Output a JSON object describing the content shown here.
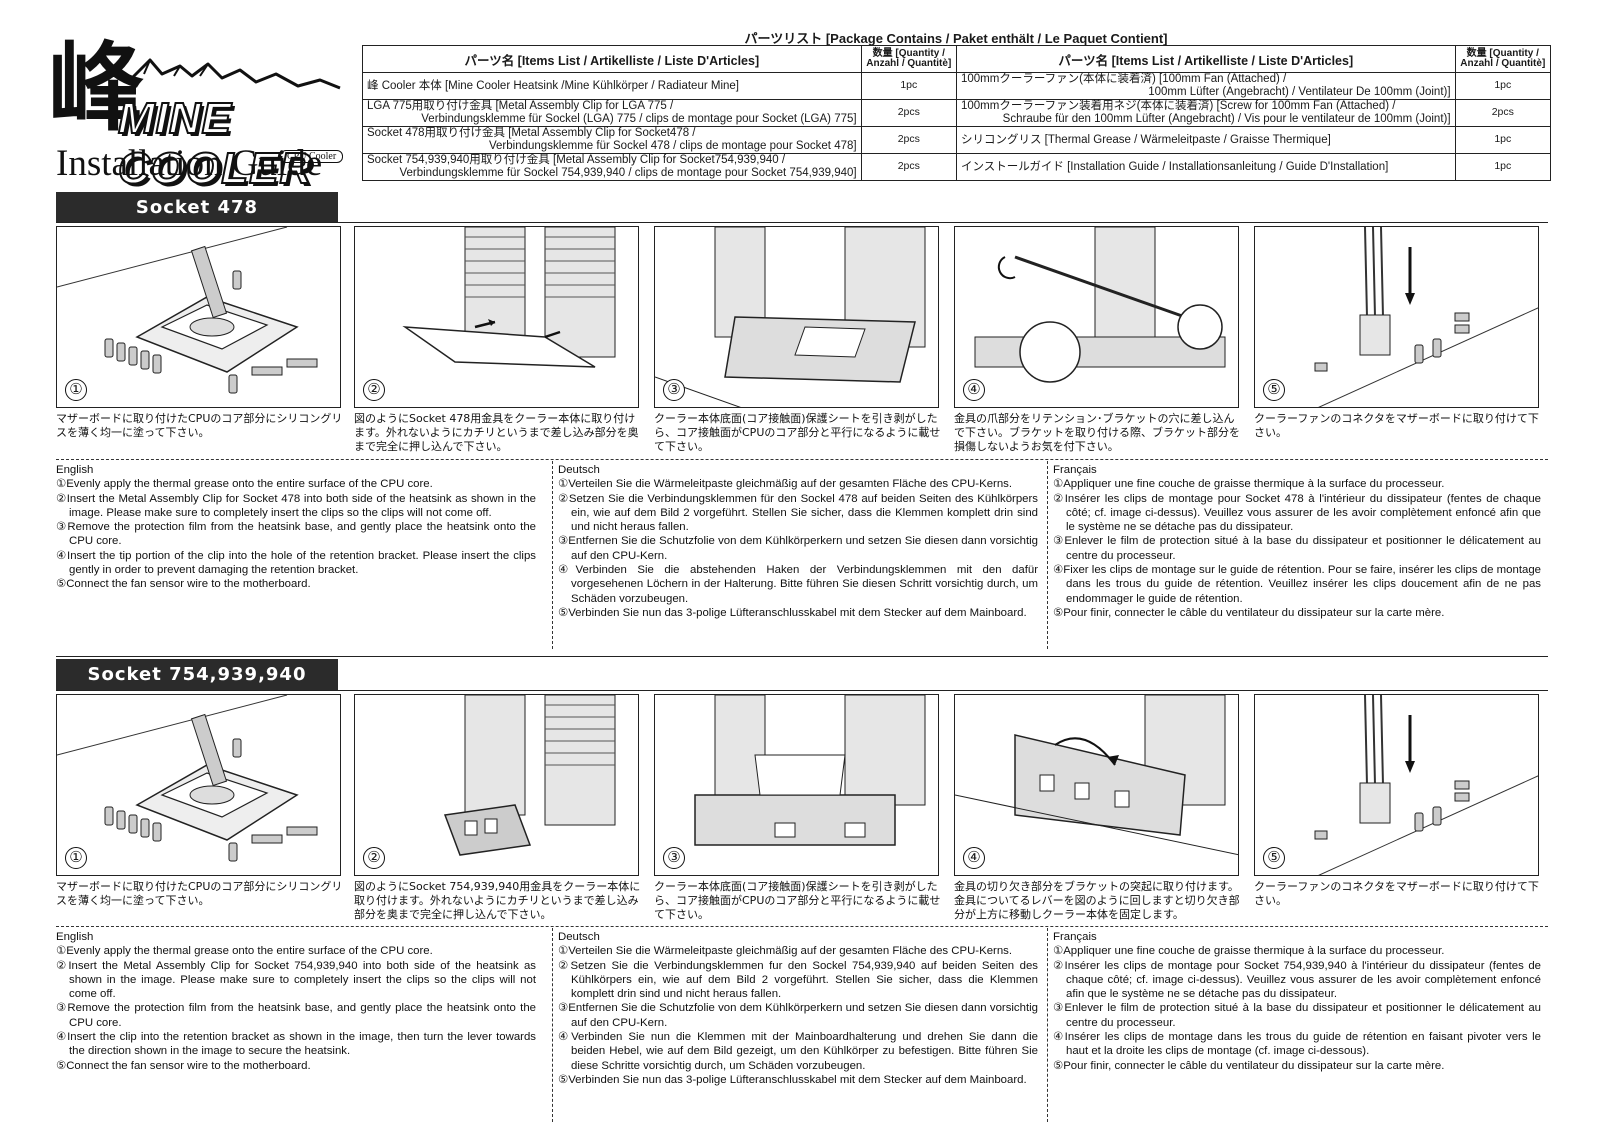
{
  "logo": {
    "kanji": "峰",
    "wordmark": "MINE COOLER",
    "subtitle": "CPU Cooler"
  },
  "title": "Installation Guide",
  "parts": {
    "heading": "パーツリスト [Package Contains / Paket enthält / Le Paquet Contient]",
    "col_items": "パーツ名 [Items List / Artikelliste / Liste D'Articles]",
    "col_qty_1": "数量 [Quantity /",
    "col_qty_2": "Anzahl / Quantitè]",
    "left": [
      {
        "l1": "峰 Cooler 本体 [Mine Cooler Heatsink /Mine Kühlkörper / Radiateur Mine]",
        "l2": "",
        "qty": "1pc"
      },
      {
        "l1": "LGA 775用取り付け金具 [Metal Assembly Clip for LGA 775 /",
        "l2": "Verbindungsklemme für Sockel (LGA) 775 / clips de montage pour Socket (LGA) 775]",
        "qty": "2pcs"
      },
      {
        "l1": "Socket 478用取り付け金具 [Metal Assembly Clip for Socket478 /",
        "l2": "Verbindungsklemme für Sockel 478 / clips de montage pour Socket 478]",
        "qty": "2pcs"
      },
      {
        "l1": "Socket 754,939,940用取り付け金具 [Metal Assembly Clip for Socket754,939,940 /",
        "l2": "Verbindungsklemme für Sockel 754,939,940 / clips de montage pour Socket 754,939,940]",
        "qty": "2pcs"
      }
    ],
    "right": [
      {
        "l1": "100mmクーラーファン(本体に装着済) [100mm Fan (Attached) /",
        "l2": "100mm Lüfter (Angebracht) / Ventilateur De 100mm (Joint)]",
        "qty": "1pc"
      },
      {
        "l1": "100mmクーラーファン装着用ネジ(本体に装着済) [Screw for 100mm Fan (Attached) /",
        "l2": "Schraube für den 100mm Lüfter (Angebracht) / Vis pour le ventilateur de 100mm (Joint)]",
        "qty": "2pcs"
      },
      {
        "l1": "シリコングリス [Thermal Grease / Wärmeleitpaste / Graisse Thermique]",
        "l2": "",
        "qty": "1pc"
      },
      {
        "l1": "インストールガイド [Installation Guide / Installationsanleitung / Guide D'Installation]",
        "l2": "",
        "qty": "1pc"
      }
    ]
  },
  "sections": [
    {
      "title": "Socket 478",
      "steps": [
        {
          "num": "①",
          "caption": "マザーボードに取り付けたCPUのコア部分にシリコングリスを薄く均一に塗って下さい。"
        },
        {
          "num": "②",
          "caption": "図のようにSocket 478用金具をクーラー本体に取り付けます。外れないようにカチリというまで差し込み部分を奥まで完全に押し込んで下さい。"
        },
        {
          "num": "③",
          "caption": "クーラー本体底面(コア接触面)保護シートを引き剥がしたら、コア接触面がCPUのコア部分と平行になるように載せて下さい。"
        },
        {
          "num": "④",
          "caption": "金具の爪部分をリテンション･ブラケットの穴に差し込んで下さい。ブラケットを取り付ける際、ブラケット部分を損傷しないようお気を付下さい。"
        },
        {
          "num": "⑤",
          "caption": "クーラーファンのコネクタをマザーボードに取り付けて下さい。"
        }
      ],
      "english": {
        "name": "English",
        "items": [
          "①Evenly apply the thermal grease onto the entire surface of the CPU core.",
          "②Insert the Metal Assembly Clip for Socket 478 into both side of the heatsink as shown in the image. Please make sure to completely insert the clips so the clips will not come off.",
          "③Remove the protection film from the heatsink base, and gently place the heatsink onto the CPU core.",
          "④Insert the tip portion of the clip into the hole of the retention bracket. Please insert the clips gently in order to prevent damaging the retention bracket.",
          "⑤Connect the fan sensor wire to the motherboard."
        ]
      },
      "deutsch": {
        "name": "Deutsch",
        "items": [
          "①Verteilen Sie die Wärmeleitpaste gleichmäßig auf der gesamten Fläche des CPU-Kerns.",
          "②Setzen Sie die Verbindungsklemmen für den Sockel 478 auf beiden Seiten des Kühlkörpers ein, wie auf dem Bild 2 vorgeführt. Stellen Sie sicher, dass die Klemmen komplett drin sind und nicht heraus fallen.",
          "③Entfernen Sie die Schutzfolie von dem Kühlkörperkern und setzen Sie diesen dann vorsichtig auf den CPU-Kern.",
          "④Verbinden Sie die abstehenden Haken der Verbindungsklemmen mit den dafür vorgesehenen Löchern in der Halterung. Bitte führen Sie diesen Schritt vorsichtig durch, um Schäden vorzubeugen.",
          "⑤Verbinden Sie nun das 3-polige Lüfteranschlusskabel mit dem Stecker auf dem Mainboard."
        ]
      },
      "francais": {
        "name": "Français",
        "items": [
          "①Appliquer une fine couche de graisse thermique à la surface du processeur.",
          "②Insérer les clips de montage pour Socket 478 à l'intérieur du dissipateur (fentes de chaque côté; cf. image ci-dessus). Veuillez vous assurer de les avoir complètement enfoncé afin que le système ne se détache pas du dissipateur.",
          "③Enlever le film de protection situé à la base du dissipateur et positionner le délicatement au centre du processeur.",
          "④Fixer les clips de montage sur le guide de rétention. Pour se faire, insérer les clips de montage dans les trous du guide de rétention. Veuillez insérer les clips doucement afin de ne pas endommager le guide de rétention.",
          "⑤Pour finir, connecter le câble du ventilateur du dissipateur sur la carte mère."
        ]
      }
    },
    {
      "title": "Socket 754,939,940",
      "steps": [
        {
          "num": "①",
          "caption": "マザーボードに取り付けたCPUのコア部分にシリコングリスを薄く均一に塗って下さい。"
        },
        {
          "num": "②",
          "caption": "図のようにSocket 754,939,940用金具をクーラー本体に取り付けます。外れないようにカチリというまで差し込み部分を奥まで完全に押し込んで下さい。"
        },
        {
          "num": "③",
          "caption": "クーラー本体底面(コア接触面)保護シートを引き剥がしたら、コア接触面がCPUのコア部分と平行になるように載せて下さい。"
        },
        {
          "num": "④",
          "caption": "金具の切り欠き部分をブラケットの突起に取り付けます。金具についてるレバーを図のように回しますと切り欠き部分が上方に移動しクーラー本体を固定します。"
        },
        {
          "num": "⑤",
          "caption": "クーラーファンのコネクタをマザーボードに取り付けて下さい。"
        }
      ],
      "english": {
        "name": "English",
        "items": [
          "①Evenly apply the thermal grease onto the entire surface of the CPU core.",
          "②Insert the Metal Assembly Clip for Socket 754,939,940 into both side of the heatsink as shown in the image. Please make sure to completely insert the clips so the clips will not come off.",
          "③Remove the protection film from the heatsink base, and gently place the heatsink onto the CPU core.",
          "④Insert the clip into the retention bracket as shown in the image, then turn the lever towards the direction shown in the image to secure the heatsink.",
          "⑤Connect the fan sensor wire to the motherboard."
        ]
      },
      "deutsch": {
        "name": "Deutsch",
        "items": [
          "①Verteilen Sie die Wärmeleitpaste gleichmäßig auf der gesamten Fläche des CPU-Kerns.",
          "②Setzen Sie die Verbindungsklemmen fur den Sockel 754,939,940 auf beiden Seiten des Kühlkörpers ein, wie auf dem Bild 2 vorgeführt. Stellen Sie sicher, dass die Klemmen komplett drin sind und nicht heraus fallen.",
          "③Entfernen Sie die Schutzfolie von dem Kühlkörperkern und setzen Sie diesen dann vorsichtig auf den CPU-Kern.",
          "④Verbinden Sie nun die Klemmen mit der Mainboardhalterung und drehen Sie dann die beiden Hebel, wie auf dem Bild gezeigt, um den Kühlkörper zu befestigen. Bitte führen Sie diese Schritte vorsichtig durch, um Schäden vorzubeugen.",
          "⑤Verbinden Sie nun das 3-polige Lüfteranschlusskabel mit dem Stecker auf dem Mainboard."
        ]
      },
      "francais": {
        "name": "Français",
        "items": [
          "①Appliquer une fine couche de graisse thermique à la surface du processeur.",
          "②Insérer les clips de montage pour Socket 754,939,940 à l'intérieur du dissipateur (fentes de chaque côté; cf. image ci-dessus). Veuillez vous assurer de les avoir complètement enfoncé afin que le système ne se détache pas du dissipateur.",
          "③Enlever le film de protection situé à la base du dissipateur et positionner le délicatement au centre du processeur.",
          "④Insérer les clips de montage dans les trous du guide de rétention en faisant pivoter vers le haut et la droite les clips de montage (cf. image ci-dessous).",
          "⑤Pour finir, connecter le câble du ventilateur du dissipateur sur la carte mère."
        ]
      }
    }
  ]
}
